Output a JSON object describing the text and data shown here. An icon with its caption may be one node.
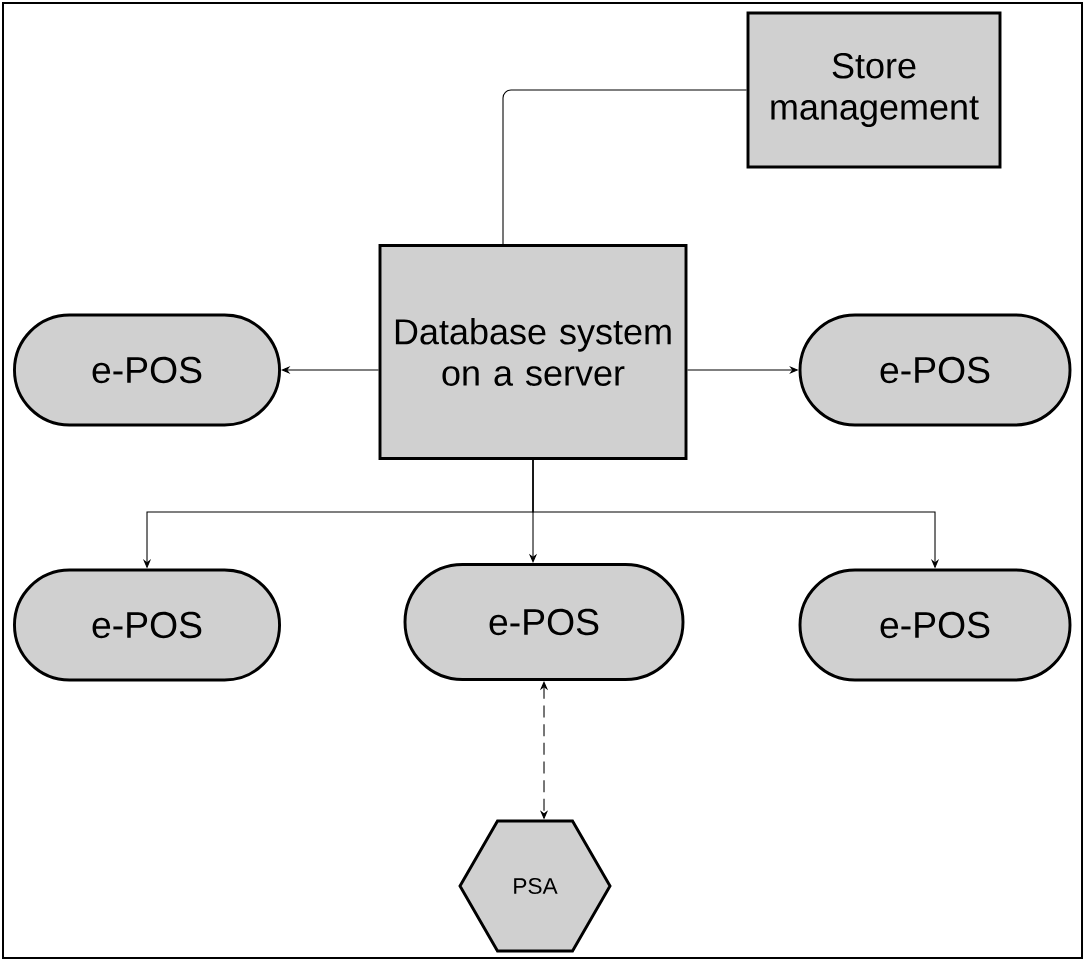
{
  "diagram": {
    "nodes": [
      {
        "text": [
          "Store management"
        ]
      },
      {
        "text": [
          "Database system on a server"
        ]
      },
      {
        "text": [
          "e-POS"
        ]
      },
      {
        "text": [
          "e-POS"
        ]
      },
      {
        "text": [
          "e-POS"
        ]
      },
      {
        "text": [
          "e-POS"
        ]
      },
      {
        "text": [
          "e-POS"
        ]
      },
      {
        "text": [
          "PSA"
        ]
      }
    ],
    "edges": [
      {
        "from": 1,
        "to": 0,
        "arrow": "none"
      },
      {
        "from": 1,
        "to": 2,
        "arrow": "to"
      },
      {
        "from": 1,
        "to": 3,
        "arrow": "to"
      },
      {
        "from": 1,
        "to": 4,
        "arrow": "to"
      },
      {
        "from": 1,
        "to": 5,
        "arrow": "to"
      },
      {
        "from": 1,
        "to": 6,
        "arrow": "to"
      },
      {
        "from": 5,
        "to": 7,
        "arrow": "both",
        "style": "dashed"
      }
    ]
  }
}
